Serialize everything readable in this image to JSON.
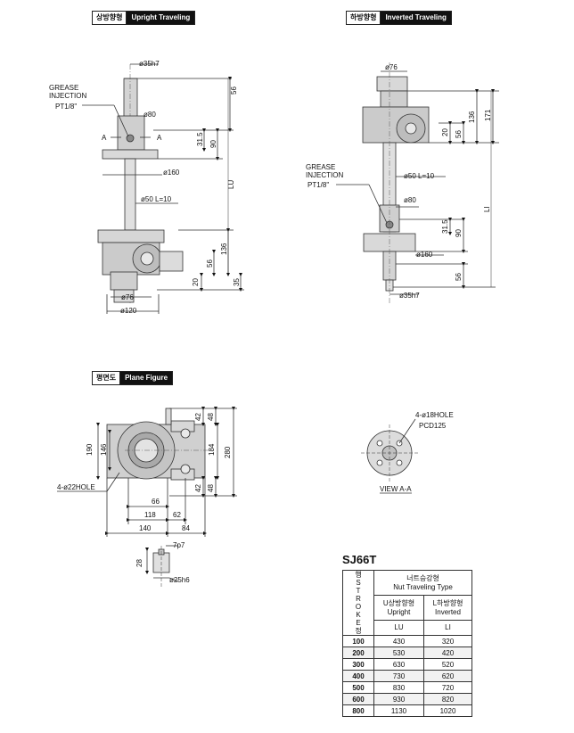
{
  "section_labels": {
    "upright": {
      "ko": "상방향형",
      "en": "Upright Traveling"
    },
    "inverted": {
      "ko": "하방향형",
      "en": "Inverted Traveling"
    },
    "plane": {
      "ko": "평면도",
      "en": "Plane Figure"
    }
  },
  "upright_dims": {
    "shaft_top": "ø35h7",
    "top_len": "56",
    "grease_l1": "GREASE",
    "grease_l2": "INJECTION",
    "grease_l3": "PT1/8\"",
    "flange_d": "ø80",
    "section_a_left": "A",
    "section_a_right": "A",
    "d31_5": "31.5",
    "d90": "90",
    "d160": "ø160",
    "lu": "LU",
    "nut": "ø50  L=10",
    "d136": "136",
    "d56": "56",
    "d20": "20",
    "d35": "35",
    "d76": "ø76",
    "d120": "ø120"
  },
  "inverted_dims": {
    "d76": "ø76",
    "d136": "136",
    "d171": "171",
    "d20": "20",
    "d56": "56",
    "grease_l1": "GREASE",
    "grease_l2": "INJECTION",
    "grease_l3": "PT1/8\"",
    "nut": "ø50  L=10",
    "d80": "ø80",
    "li": "LI",
    "d31_5": "31.5",
    "d90": "90",
    "d160": "ø160",
    "d56b": "56",
    "shaft_bottom": "ø35h7"
  },
  "plane_dims": {
    "d190": "190",
    "d146": "146",
    "d42a": "42",
    "d48a": "48",
    "d184": "184",
    "d280": "280",
    "d48b": "48",
    "d42b": "42",
    "hole22": "4-ø22HOLE",
    "d66": "66",
    "d118": "118",
    "d62": "62",
    "d140": "140",
    "d84": "84"
  },
  "view_aa": {
    "hole": "4-ø18HOLE",
    "pcd": "PCD125",
    "caption": "VIEW A-A"
  },
  "key_detail": {
    "d7p7": "7p7",
    "d28": "28",
    "d25h6": "ø25h6"
  },
  "table": {
    "title": "SJ66T",
    "stroke_header": [
      "행",
      "S",
      "T",
      "R",
      "O",
      "K",
      "E",
      "정"
    ],
    "group_header_ko": "너트승강형",
    "group_header_en": "Nut Traveling Type",
    "col_lu_ko": "U상방향형",
    "col_lu_en": "Upright",
    "col_li_ko": "L하방향형",
    "col_li_en": "Inverted",
    "col_lu": "LU",
    "col_li": "LI",
    "rows": [
      {
        "stroke": "100",
        "lu": "430",
        "li": "320"
      },
      {
        "stroke": "200",
        "lu": "530",
        "li": "420"
      },
      {
        "stroke": "300",
        "lu": "630",
        "li": "520"
      },
      {
        "stroke": "400",
        "lu": "730",
        "li": "620"
      },
      {
        "stroke": "500",
        "lu": "830",
        "li": "720"
      },
      {
        "stroke": "600",
        "lu": "930",
        "li": "820"
      },
      {
        "stroke": "800",
        "lu": "1130",
        "li": "1020"
      }
    ]
  }
}
